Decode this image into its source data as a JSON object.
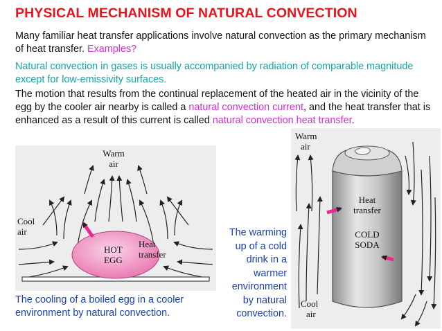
{
  "title": "PHYSICAL MECHANISM OF NATURAL CONVECTION",
  "p1": {
    "text": "Many familiar heat transfer applications involve natural convection as the primary mechanism of heat transfer. ",
    "highlight": "Examples?"
  },
  "p2": "Natural convection in gases is usually accompanied by radiation of comparable magnitude except for low-emissivity surfaces.",
  "p3": {
    "a": "The motion that results from the continual replacement of the heated air in the vicinity of the egg by the cooler air nearby is called a ",
    "term1": "natural convection current",
    "b": ", and the heat transfer that is enhanced as a result of this current is called ",
    "term2": "natural convection heat transfer",
    "c": "."
  },
  "egg_figure": {
    "warm_air": [
      "Warm",
      "air"
    ],
    "cool_air": [
      "Cool",
      "air"
    ],
    "egg_label": [
      "HOT",
      "EGG"
    ],
    "heat_label": [
      "Heat",
      "transfer"
    ]
  },
  "can_figure": {
    "warm_air": [
      "Warm",
      "air"
    ],
    "cool_air": [
      "Cool",
      "air"
    ],
    "heat_label": [
      "Heat",
      "transfer"
    ],
    "can_label": [
      "COLD",
      "SODA"
    ]
  },
  "caption_left": "The cooling of a boiled egg in a cooler environment by natural convection.",
  "caption_mid": [
    "The warming",
    "up of a cold",
    "drink in a",
    "warmer",
    "environment",
    "by natural",
    "convection."
  ],
  "colors": {
    "title": "#e8141b",
    "highlight": "#d62bd6",
    "note": "#12a6a6",
    "caption": "#1a3fb5",
    "egg": "#f08cc0",
    "arrow": "#e8288f"
  }
}
